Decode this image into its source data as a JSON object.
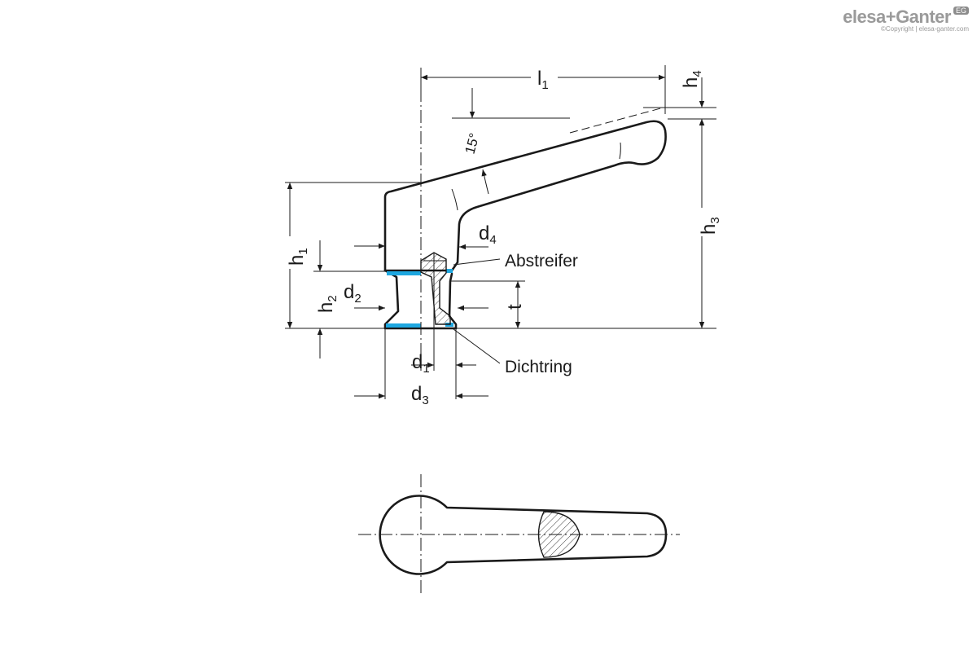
{
  "brand": {
    "logo_text": "elesa+Ganter",
    "badge": "EG",
    "copyright": "©Copyright | elesa-ganter.com"
  },
  "dimensions": {
    "l1": "l1",
    "h1": "h1",
    "h2": "h2",
    "h3": "h3",
    "h4": "h4",
    "d1": "d1",
    "d2": "d2",
    "d3": "d3",
    "d4": "d4",
    "t": "t",
    "angle": "15°"
  },
  "callouts": {
    "wiper": "Abstreifer",
    "seal": "Dichtring"
  },
  "colors": {
    "line": "#1a1a1a",
    "seal": "#1ea7e0",
    "logo": "#9a9a9a"
  }
}
